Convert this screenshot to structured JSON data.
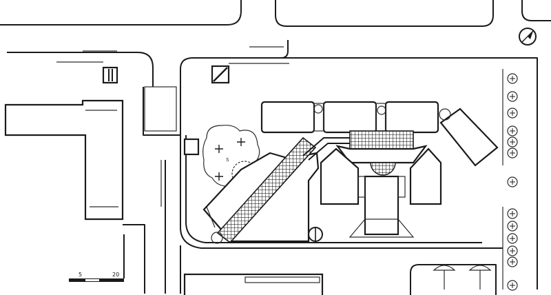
{
  "plan": {
    "labels": {
      "court": "s",
      "scale_mid": "5",
      "scale_end": "20"
    },
    "palette": {
      "ink": "#1a1a1a",
      "paper": "#ffffff",
      "hatch": "#3a3a3a"
    },
    "icons": [
      "north-arrow-icon",
      "tree-symbol-icon"
    ]
  }
}
